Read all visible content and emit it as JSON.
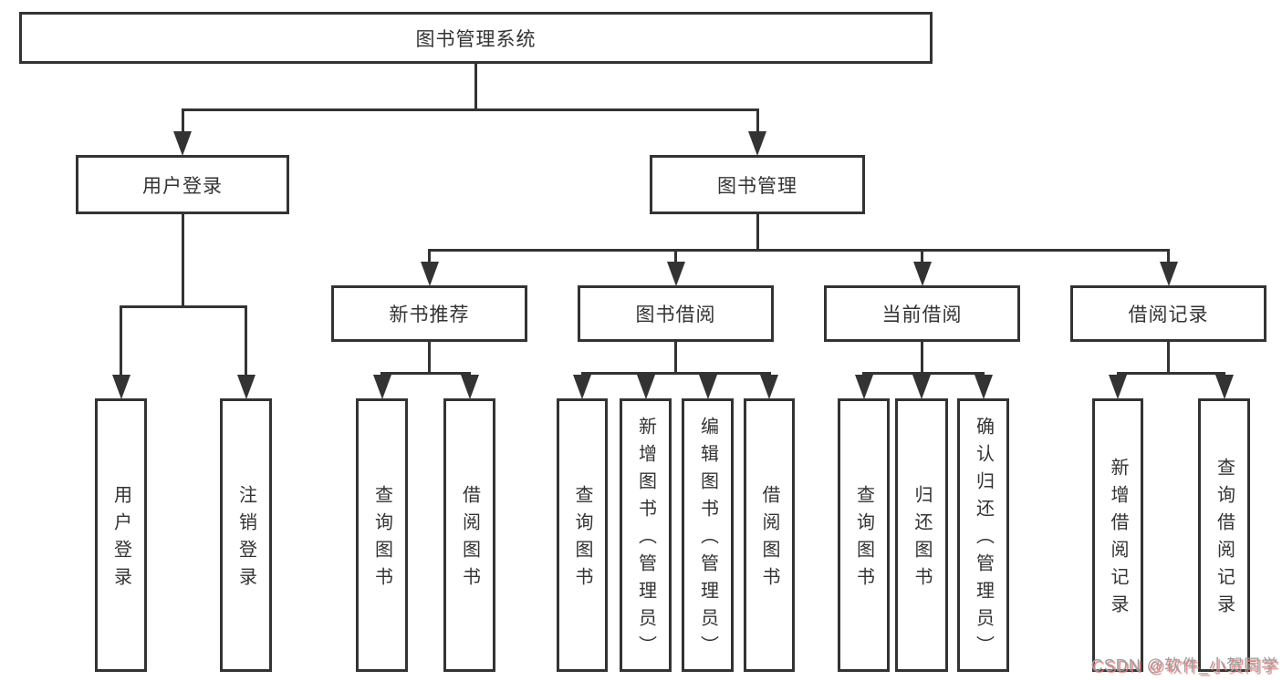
{
  "diagram": {
    "title": "图书管理系统",
    "type": "tree",
    "nodes": [
      {
        "id": "root",
        "label": "图书管理系统",
        "orientation": "horizontal",
        "children": [
          "login",
          "mgmt"
        ]
      },
      {
        "id": "login",
        "label": "用户登录",
        "orientation": "horizontal",
        "children": [
          "user-login",
          "logout"
        ]
      },
      {
        "id": "mgmt",
        "label": "图书管理",
        "orientation": "horizontal",
        "children": [
          "recommend",
          "borrow",
          "current",
          "records"
        ]
      },
      {
        "id": "recommend",
        "label": "新书推荐",
        "orientation": "horizontal",
        "children": [
          "rec-query",
          "rec-borrow"
        ]
      },
      {
        "id": "borrow",
        "label": "图书借阅",
        "orientation": "horizontal",
        "children": [
          "bor-query",
          "bor-add",
          "bor-edit",
          "bor-borrow"
        ]
      },
      {
        "id": "current",
        "label": "当前借阅",
        "orientation": "horizontal",
        "children": [
          "cur-query",
          "cur-return",
          "cur-confirm"
        ]
      },
      {
        "id": "records",
        "label": "借阅记录",
        "orientation": "horizontal",
        "children": [
          "rec-new",
          "rec-find"
        ]
      },
      {
        "id": "user-login",
        "label": "用户登录",
        "orientation": "vertical",
        "children": []
      },
      {
        "id": "logout",
        "label": "注销登录",
        "orientation": "vertical",
        "children": []
      },
      {
        "id": "rec-query",
        "label": "查询图书",
        "orientation": "vertical",
        "children": []
      },
      {
        "id": "rec-borrow",
        "label": "借阅图书",
        "orientation": "vertical",
        "children": []
      },
      {
        "id": "bor-query",
        "label": "查询图书",
        "orientation": "vertical",
        "children": []
      },
      {
        "id": "bor-add",
        "label": "新增图书（管理员）",
        "orientation": "vertical",
        "children": []
      },
      {
        "id": "bor-edit",
        "label": "编辑图书（管理员）",
        "orientation": "vertical",
        "children": []
      },
      {
        "id": "bor-borrow",
        "label": "借阅图书",
        "orientation": "vertical",
        "children": []
      },
      {
        "id": "cur-query",
        "label": "查询图书",
        "orientation": "vertical",
        "children": []
      },
      {
        "id": "cur-return",
        "label": "归还图书",
        "orientation": "vertical",
        "children": []
      },
      {
        "id": "cur-confirm",
        "label": "确认归还（管理员）",
        "orientation": "vertical",
        "children": []
      },
      {
        "id": "rec-new",
        "label": "新增借阅记录",
        "orientation": "vertical",
        "children": []
      },
      {
        "id": "rec-find",
        "label": "查询借阅记录",
        "orientation": "vertical",
        "children": []
      }
    ]
  },
  "watermark": "CSDN @软件_小贺同学",
  "colors": {
    "line": "#333333",
    "text": "#333333",
    "background": "#ffffff",
    "watermark_text": "#9c9c9c",
    "watermark_shadow": "#e87c7c"
  }
}
